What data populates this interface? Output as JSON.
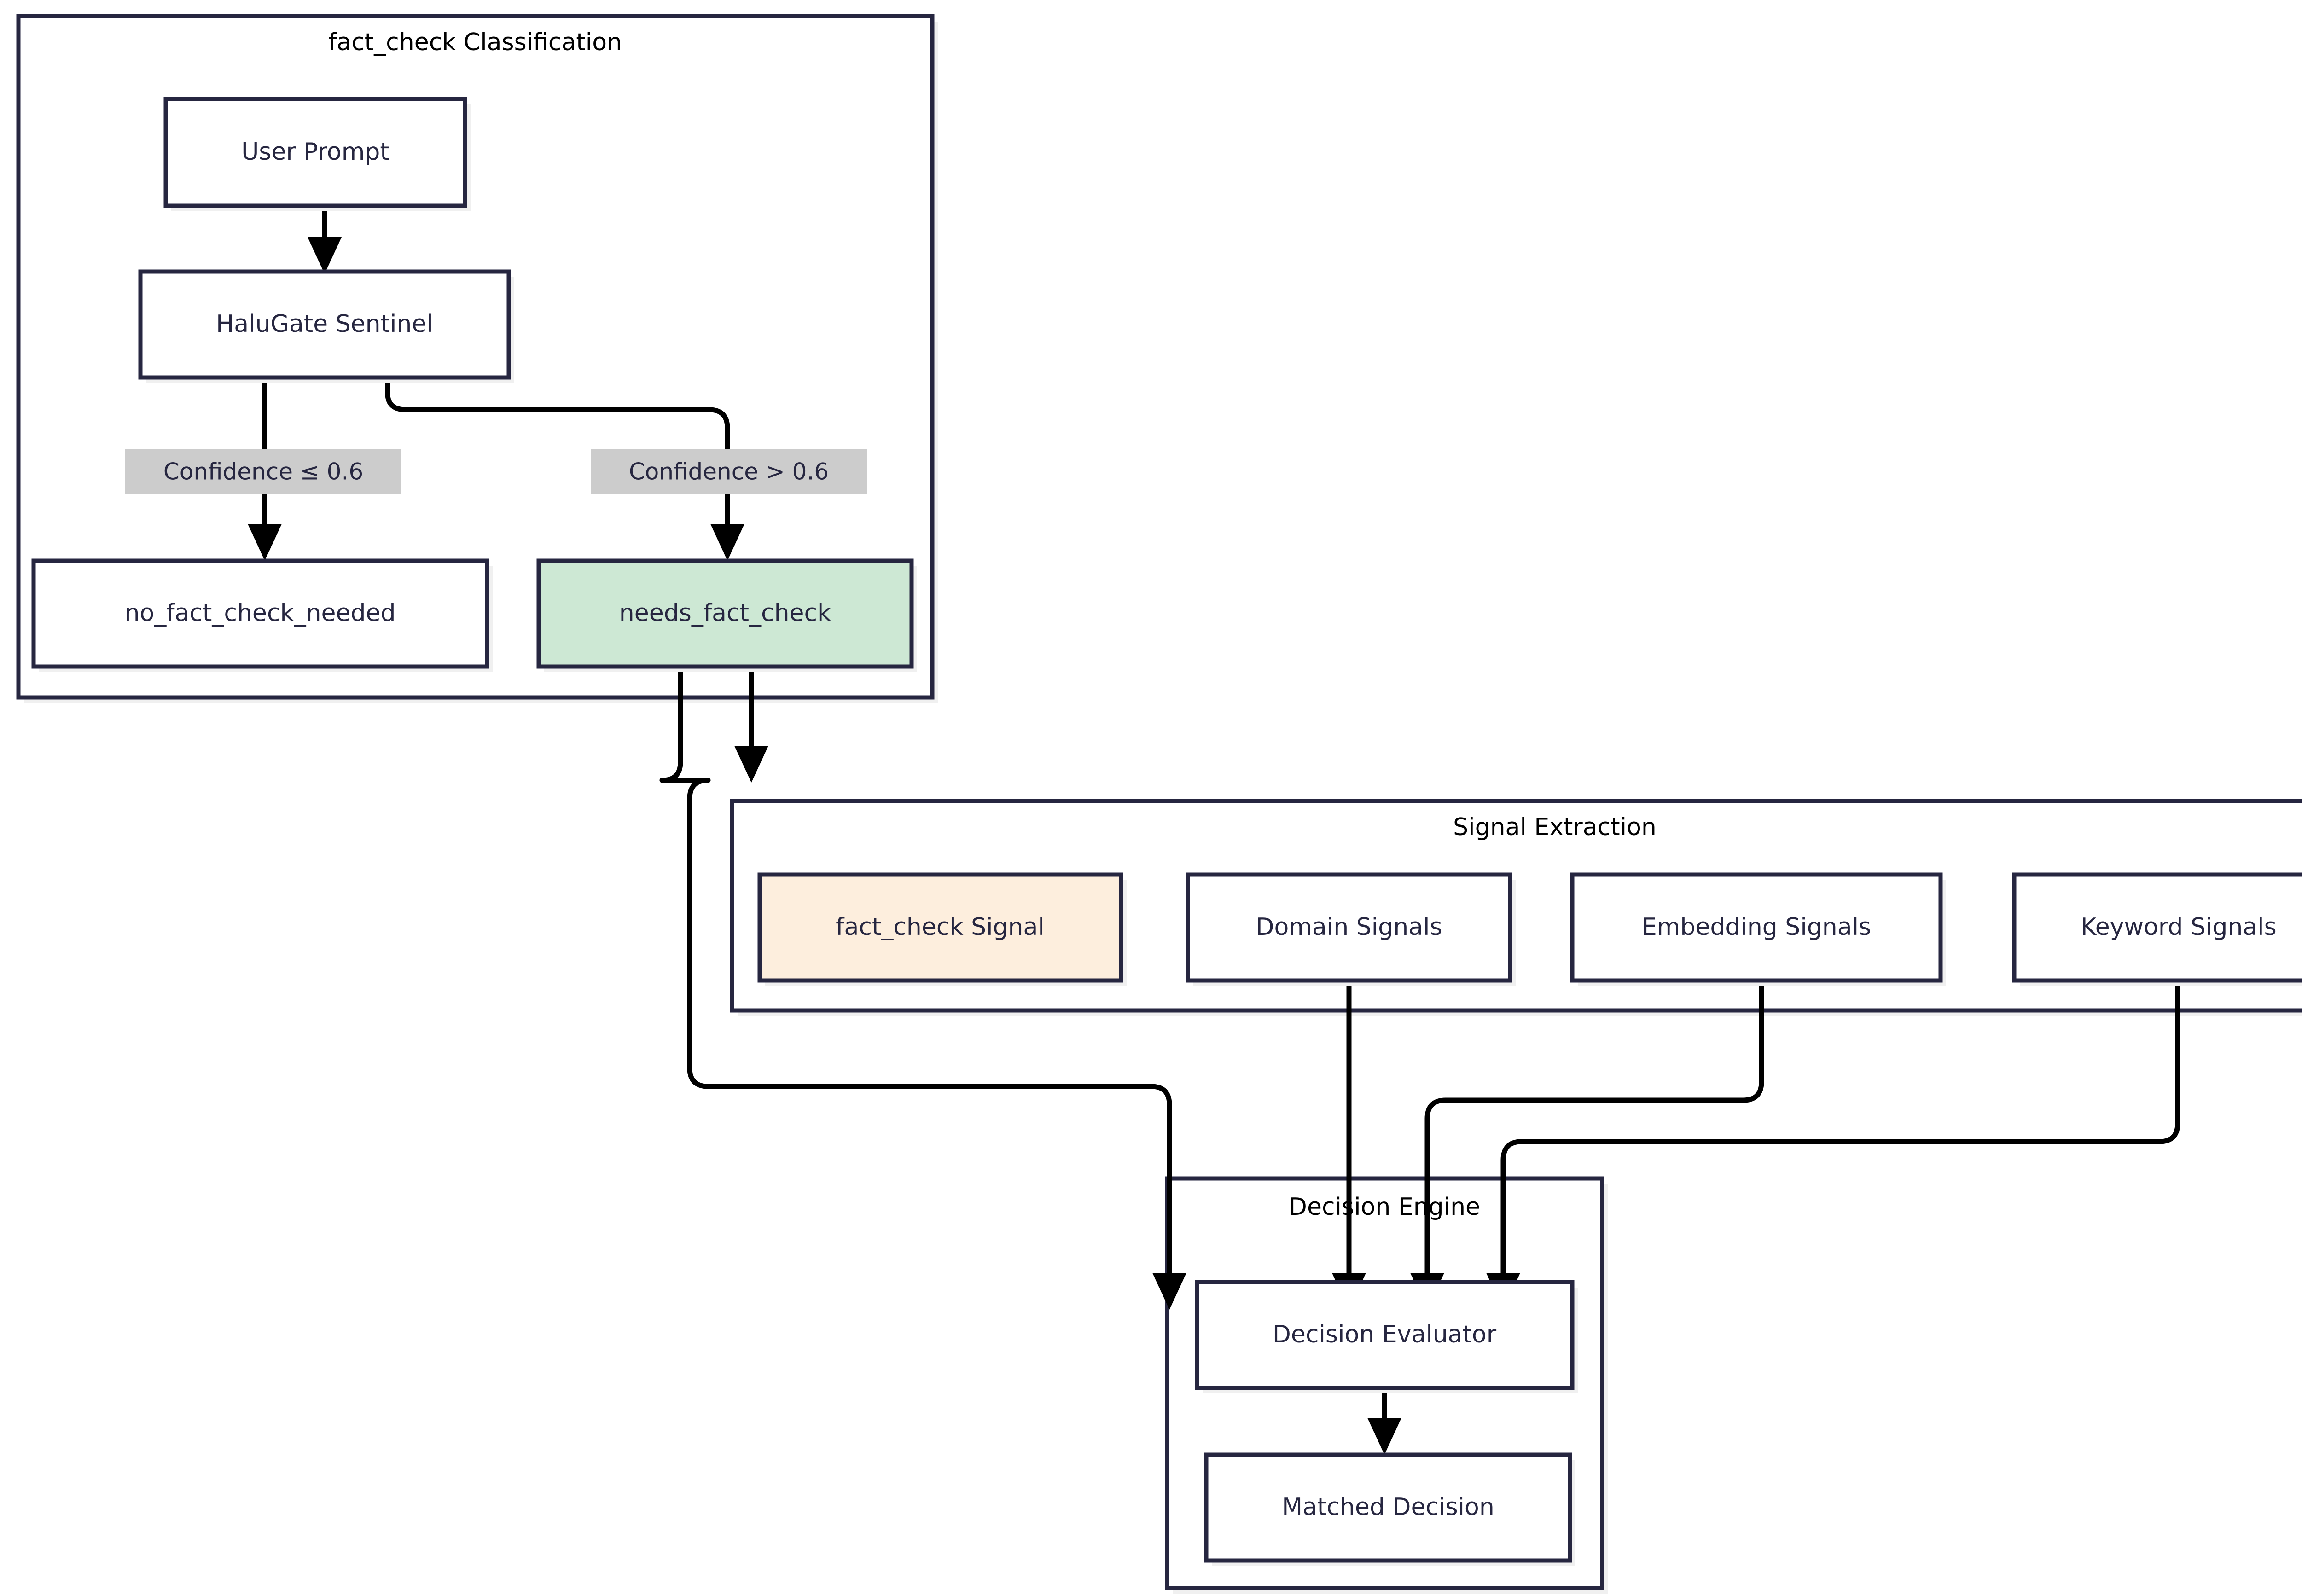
{
  "diagram": {
    "type": "flowchart",
    "direction": "top-down",
    "background": "#ffffff",
    "theme": {
      "node_stroke": "#262640",
      "node_fill": "#ffffff",
      "highlight_green": "#cde8d4",
      "highlight_orange": "#fdeedd",
      "edge_stroke": "#000000",
      "edge_label_bg": "#cccccc",
      "shadow": "#f0f0f0"
    },
    "clusters": [
      {
        "id": "fact_check_classification",
        "title": "fact_check Classification"
      },
      {
        "id": "signal_extraction",
        "title": "Signal Extraction"
      },
      {
        "id": "decision_engine",
        "title": "Decision Engine"
      }
    ],
    "nodes": [
      {
        "id": "user_prompt",
        "label": "User Prompt",
        "cluster": "fact_check_classification",
        "style": "plain"
      },
      {
        "id": "halugate_sentinel",
        "label": "HaluGate Sentinel",
        "cluster": "fact_check_classification",
        "style": "plain"
      },
      {
        "id": "no_fact_check_needed",
        "label": "no_fact_check_needed",
        "cluster": "fact_check_classification",
        "style": "plain"
      },
      {
        "id": "needs_fact_check",
        "label": "needs_fact_check",
        "cluster": "fact_check_classification",
        "style": "green"
      },
      {
        "id": "fact_check_signal",
        "label": "fact_check Signal",
        "cluster": "signal_extraction",
        "style": "orange"
      },
      {
        "id": "domain_signals",
        "label": "Domain Signals",
        "cluster": "signal_extraction",
        "style": "plain"
      },
      {
        "id": "embedding_signals",
        "label": "Embedding Signals",
        "cluster": "signal_extraction",
        "style": "plain"
      },
      {
        "id": "keyword_signals",
        "label": "Keyword Signals",
        "cluster": "signal_extraction",
        "style": "plain"
      },
      {
        "id": "decision_evaluator",
        "label": "Decision Evaluator",
        "cluster": "decision_engine",
        "style": "plain"
      },
      {
        "id": "matched_decision",
        "label": "Matched Decision",
        "cluster": "decision_engine",
        "style": "plain"
      }
    ],
    "edges": [
      {
        "from": "user_prompt",
        "to": "halugate_sentinel",
        "label": ""
      },
      {
        "from": "halugate_sentinel",
        "to": "no_fact_check_needed",
        "label": "Confidence ≤ 0.6"
      },
      {
        "from": "halugate_sentinel",
        "to": "needs_fact_check",
        "label": "Confidence > 0.6"
      },
      {
        "from": "needs_fact_check",
        "to": "fact_check_signal",
        "label": ""
      },
      {
        "from": "needs_fact_check",
        "to": "decision_evaluator",
        "label": ""
      },
      {
        "from": "domain_signals",
        "to": "decision_evaluator",
        "label": ""
      },
      {
        "from": "embedding_signals",
        "to": "decision_evaluator",
        "label": ""
      },
      {
        "from": "keyword_signals",
        "to": "decision_evaluator",
        "label": ""
      },
      {
        "from": "decision_evaluator",
        "to": "matched_decision",
        "label": ""
      }
    ],
    "edge_labels": [
      {
        "id": "conf_low",
        "text": "Confidence ≤ 0.6"
      },
      {
        "id": "conf_high",
        "text": "Confidence > 0.6"
      }
    ]
  }
}
